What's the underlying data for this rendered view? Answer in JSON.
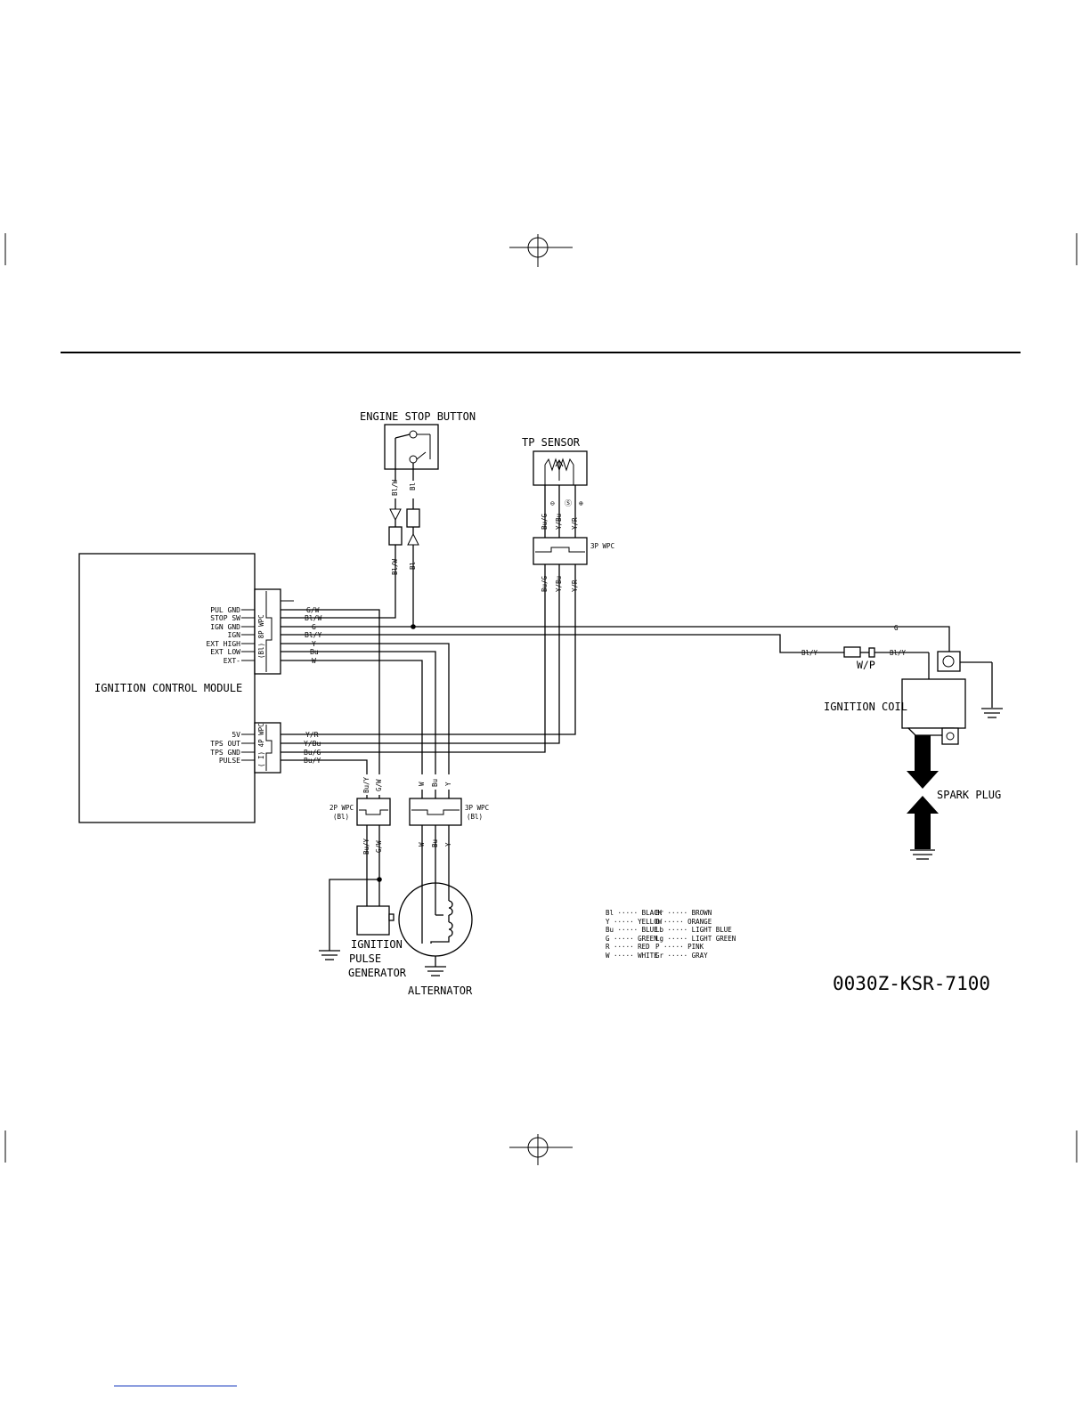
{
  "components": {
    "engine_stop_button": "ENGINE STOP BUTTON",
    "tp_sensor": "TP SENSOR",
    "icm": "IGNITION CONTROL MODULE",
    "ignition_coil": "IGNITION COIL",
    "spark_plug": "SPARK PLUG",
    "pulse_gen": [
      "IGNITION",
      "PULSE",
      "GENERATOR"
    ],
    "alternator": "ALTERNATOR",
    "wp": "W/P"
  },
  "connectors": {
    "tp_3p": "3P WPC",
    "wpc_2p": [
      "2P WPC",
      "(Bl)"
    ],
    "wpc_3p": [
      "3P WPC",
      "(Bl)"
    ],
    "icm_8p": "(Bl) 8P WPC",
    "icm_4p": "( I) 4P WPC"
  },
  "icm_pins_8p": [
    {
      "pin": "PUL GND",
      "wire": "G/W"
    },
    {
      "pin": "STOP SW",
      "wire": "Bl/W"
    },
    {
      "pin": "IGN GND",
      "wire": "G"
    },
    {
      "pin": "IGN",
      "wire": "Bl/Y"
    },
    {
      "pin": "EXT HIGH",
      "wire": "Y"
    },
    {
      "pin": "EXT LOW",
      "wire": "Bu"
    },
    {
      "pin": "EXT-",
      "wire": "W"
    }
  ],
  "icm_pins_4p": [
    {
      "pin": "5V",
      "wire": "Y/R"
    },
    {
      "pin": "TPS OUT",
      "wire": "Y/Bu"
    },
    {
      "pin": "TPS GND",
      "wire": "Bu/G"
    },
    {
      "pin": "PULSE",
      "wire": "Bu/Y"
    }
  ],
  "wire_labels": {
    "stop_left": "Bl/W",
    "stop_right": "Bl",
    "tp": [
      "Bu/G",
      "Y/Bu",
      "Y/R"
    ],
    "tp_symbols": [
      "⊖",
      "Ⓢ",
      "⊕"
    ],
    "g_line": "G",
    "coil_left": "Bl/Y",
    "coil_right": "Bl/Y",
    "pulse": [
      "Bu/Y",
      "G/W"
    ],
    "alt": [
      "W",
      "Bu",
      "Y"
    ]
  },
  "legend": [
    [
      "Bl ····· BLACK",
      "Br ····· BROWN"
    ],
    [
      "Y ····· YELLOW",
      "O ····· ORANGE"
    ],
    [
      "Bu ····· BLUE",
      "Lb ····· LIGHT BLUE"
    ],
    [
      "G ····· GREEN",
      "Lg ····· LIGHT GREEN"
    ],
    [
      "R ····· RED",
      "P ····· PINK"
    ],
    [
      "W ····· WHITE",
      "Gr ····· GRAY"
    ]
  ],
  "diagram_code": "0030Z-KSR-7100"
}
